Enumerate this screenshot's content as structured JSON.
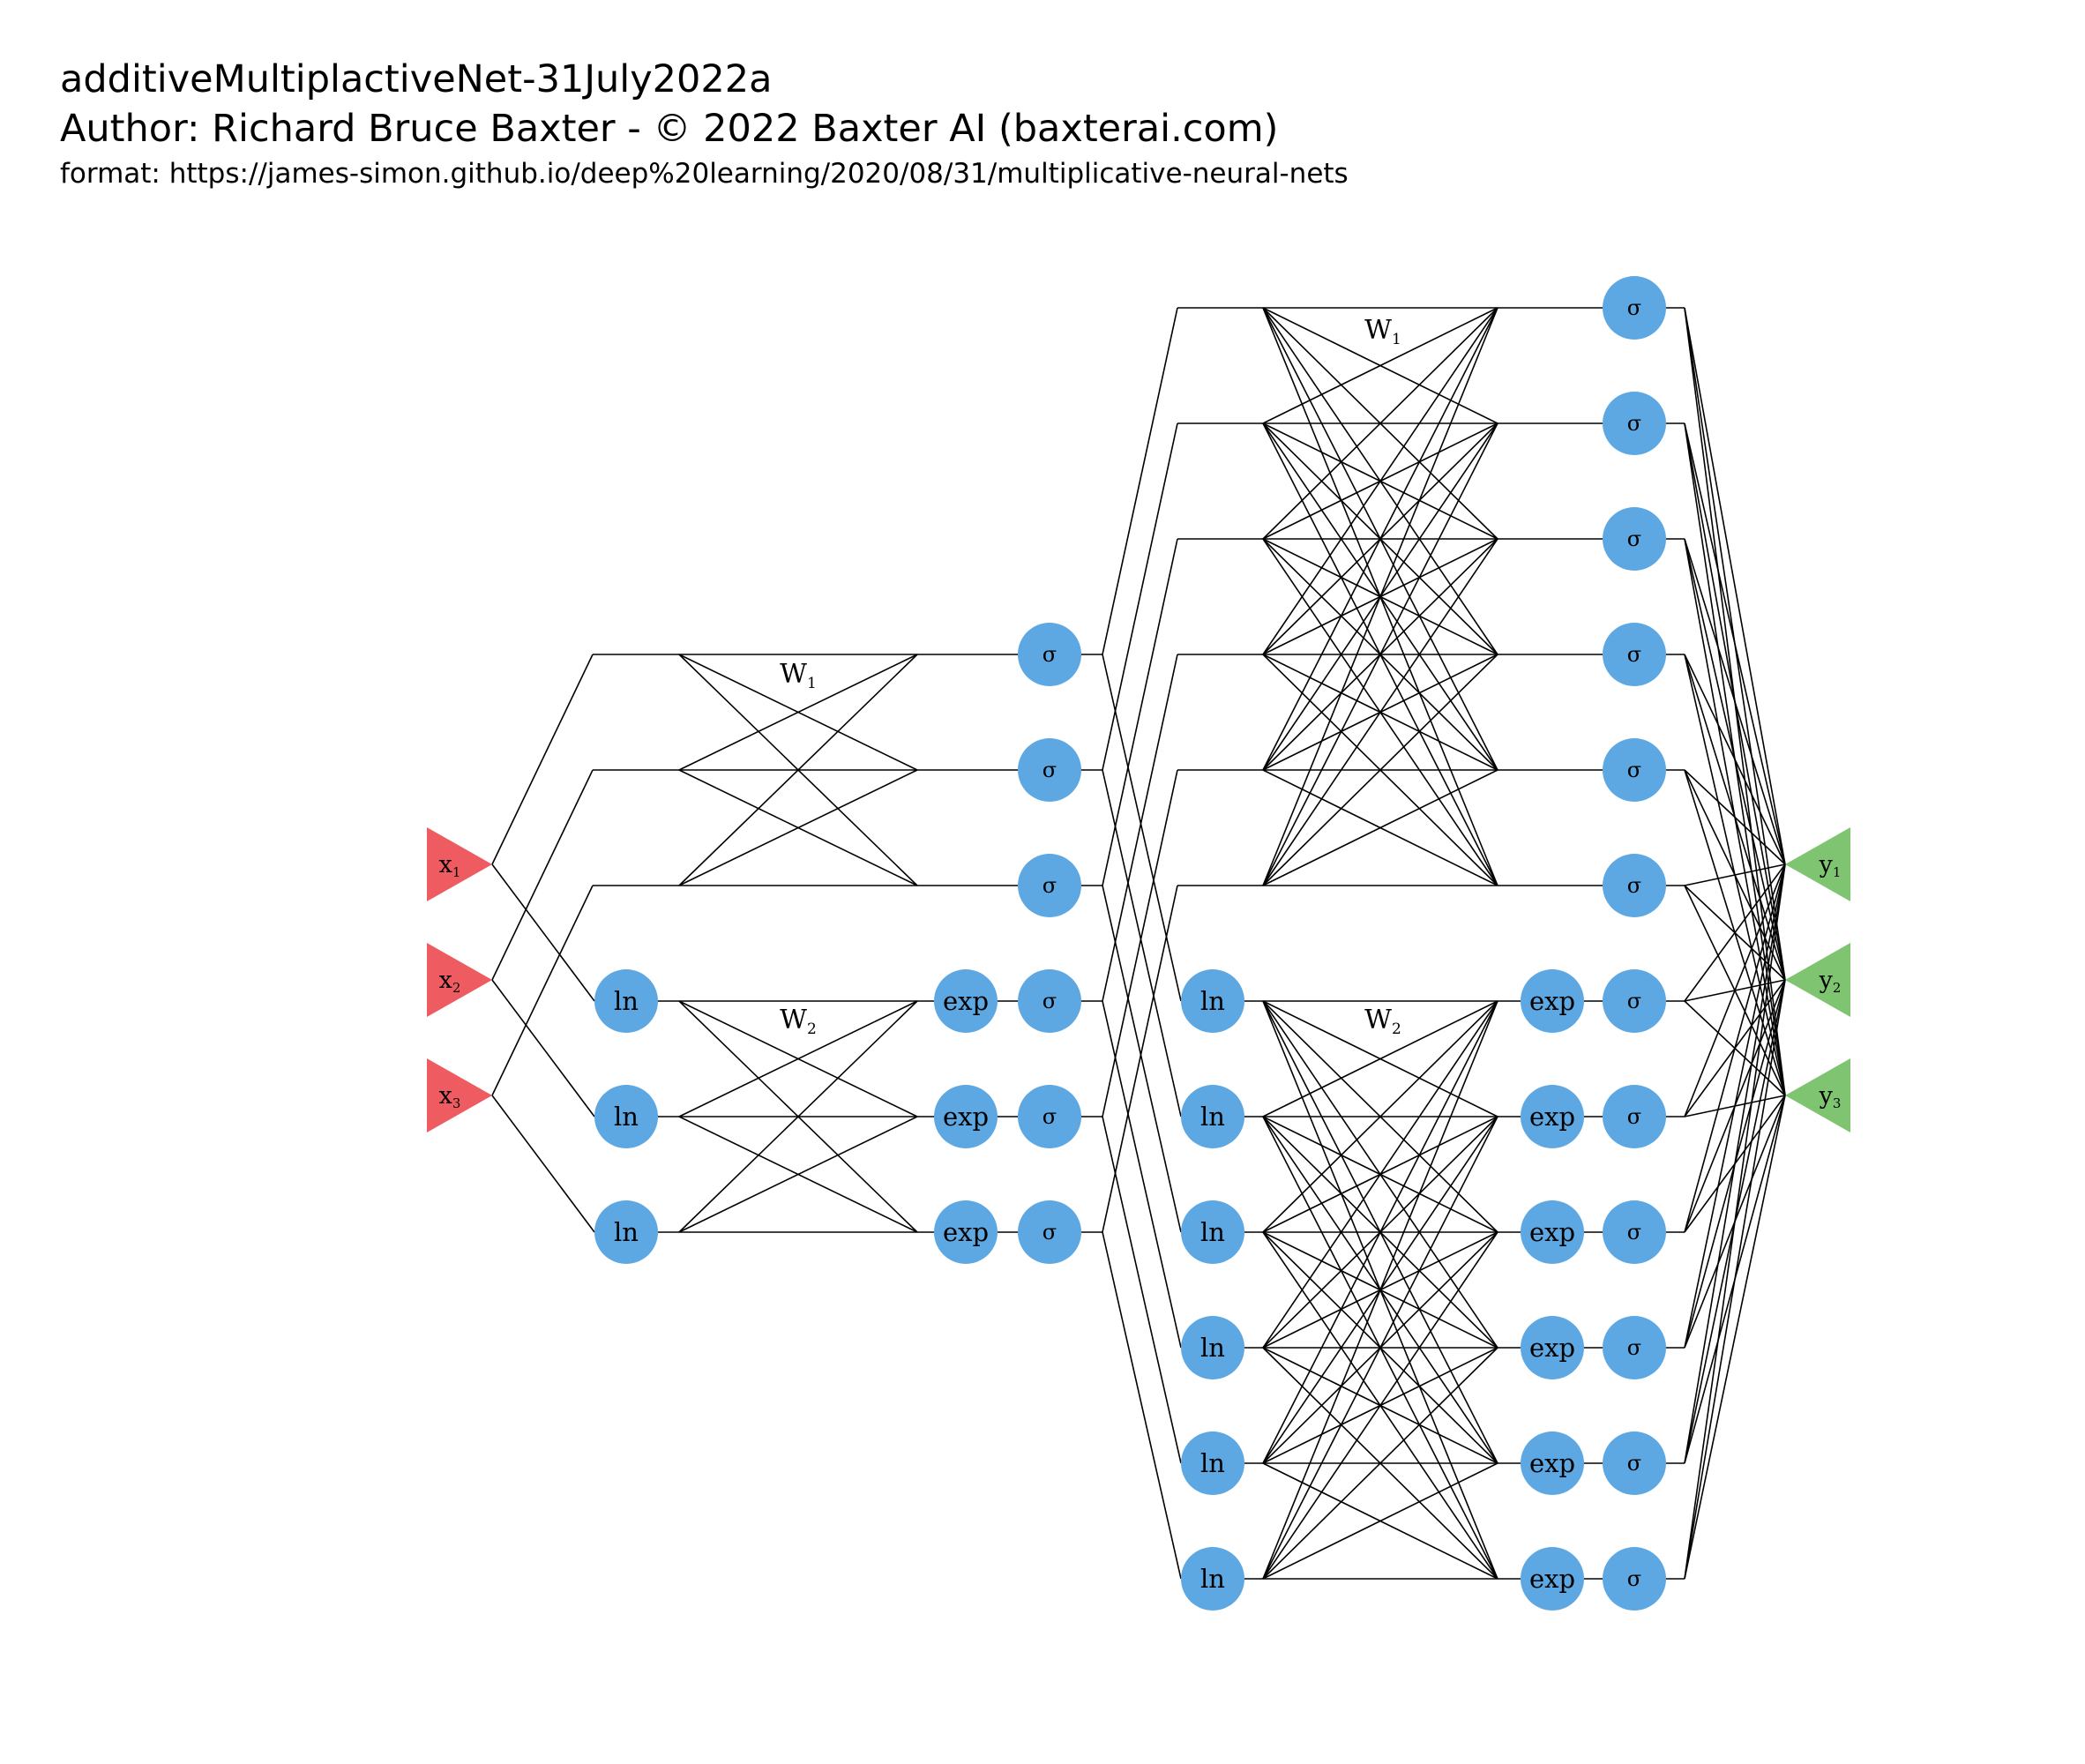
{
  "header": {
    "title": "additiveMultiplactiveNet-31July2022a",
    "author": "Author: Richard Bruce Baxter - © 2022 Baxter AI (baxterai.com)",
    "format": "format: https://james-simon.github.io/deep%20learning/2020/08/31/multiplicative-neural-nets"
  },
  "labels": {
    "ln": "ln",
    "exp": "exp",
    "sigma": "σ",
    "weight_letter": "W",
    "weight_add_sub": "1",
    "weight_mul_sub": "2",
    "input_letter": "x",
    "output_letter": "y"
  },
  "inputs": [
    "1",
    "2",
    "3"
  ],
  "outputs": [
    "1",
    "2",
    "3"
  ],
  "colors": {
    "input": "#ee5b60",
    "hidden": "#5da8e2",
    "output": "#7fc471",
    "edge": "#000000"
  }
}
